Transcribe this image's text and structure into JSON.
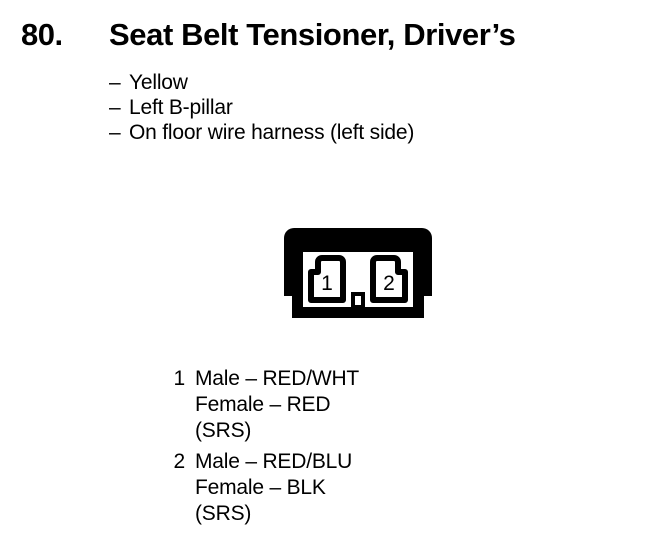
{
  "header": {
    "item_number": "80.",
    "title": "Seat Belt Tensioner, Driver’s"
  },
  "attributes": {
    "dash": "–",
    "items": [
      "Yellow",
      "Left B-pillar",
      "On floor wire harness (left side)"
    ]
  },
  "connector": {
    "cavity_count": 2,
    "cavities": [
      {
        "number": "1"
      },
      {
        "number": "2"
      }
    ]
  },
  "pin_legend": [
    {
      "number": "1",
      "male": "Male – RED/WHT",
      "female": "Female – RED",
      "note": "(SRS)"
    },
    {
      "number": "2",
      "male": "Male – RED/BLU",
      "female": "Female – BLK",
      "note": "(SRS)"
    }
  ],
  "colors": {
    "ink": "#000000",
    "paper": "#ffffff"
  }
}
